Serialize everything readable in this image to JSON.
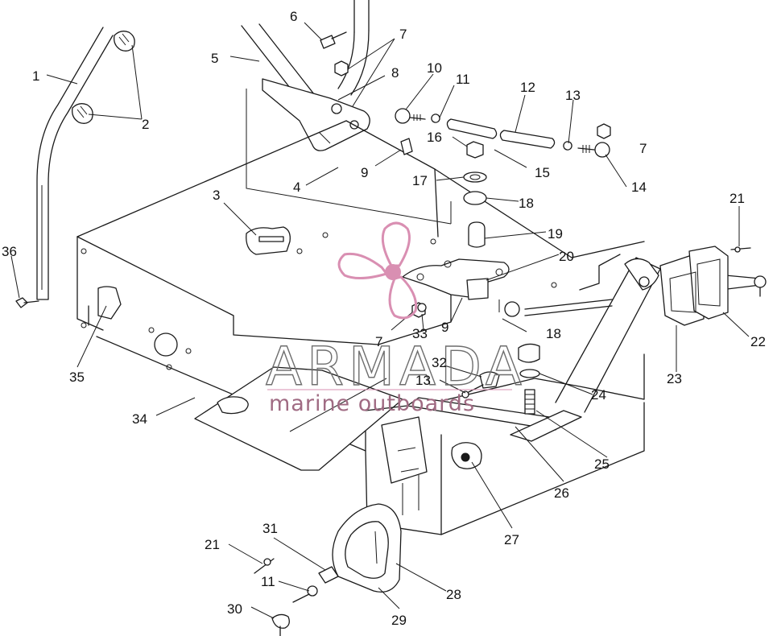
{
  "watermark": {
    "brand": "ARMADA",
    "tagline": "marine outboards",
    "logo_color": "#d98fb2",
    "text_color": "#6e6e6e"
  },
  "callouts": [
    {
      "id": "c1",
      "label": "1"
    },
    {
      "id": "c2",
      "label": "2"
    },
    {
      "id": "c3",
      "label": "3"
    },
    {
      "id": "c4",
      "label": "4"
    },
    {
      "id": "c5",
      "label": "5"
    },
    {
      "id": "c6",
      "label": "6"
    },
    {
      "id": "c7a",
      "label": "7"
    },
    {
      "id": "c7b",
      "label": "7"
    },
    {
      "id": "c7c",
      "label": "7"
    },
    {
      "id": "c8",
      "label": "8"
    },
    {
      "id": "c9a",
      "label": "9"
    },
    {
      "id": "c9b",
      "label": "9"
    },
    {
      "id": "c10",
      "label": "10"
    },
    {
      "id": "c11a",
      "label": "11"
    },
    {
      "id": "c11b",
      "label": "11"
    },
    {
      "id": "c12",
      "label": "12"
    },
    {
      "id": "c13a",
      "label": "13"
    },
    {
      "id": "c13b",
      "label": "13"
    },
    {
      "id": "c14",
      "label": "14"
    },
    {
      "id": "c15",
      "label": "15"
    },
    {
      "id": "c16",
      "label": "16"
    },
    {
      "id": "c17",
      "label": "17"
    },
    {
      "id": "c18a",
      "label": "18"
    },
    {
      "id": "c18b",
      "label": "18"
    },
    {
      "id": "c19",
      "label": "19"
    },
    {
      "id": "c20",
      "label": "20"
    },
    {
      "id": "c21a",
      "label": "21"
    },
    {
      "id": "c21b",
      "label": "21"
    },
    {
      "id": "c22",
      "label": "22"
    },
    {
      "id": "c23",
      "label": "23"
    },
    {
      "id": "c24",
      "label": "24"
    },
    {
      "id": "c25",
      "label": "25"
    },
    {
      "id": "c26",
      "label": "26"
    },
    {
      "id": "c27",
      "label": "27"
    },
    {
      "id": "c28",
      "label": "28"
    },
    {
      "id": "c29",
      "label": "29"
    },
    {
      "id": "c30",
      "label": "30"
    },
    {
      "id": "c31",
      "label": "31"
    },
    {
      "id": "c32",
      "label": "32"
    },
    {
      "id": "c33",
      "label": "33"
    },
    {
      "id": "c34",
      "label": "34"
    },
    {
      "id": "c35",
      "label": "35"
    },
    {
      "id": "c36",
      "label": "36"
    }
  ]
}
